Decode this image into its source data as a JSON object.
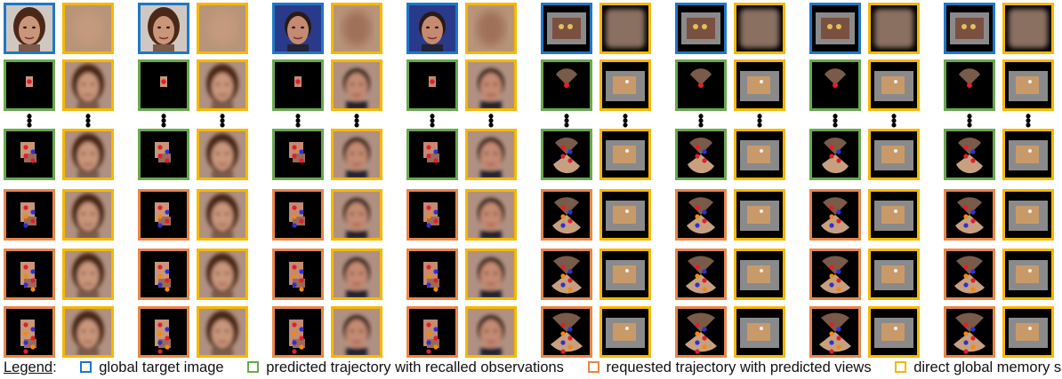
{
  "colors": {
    "global_target": "#1f77c8",
    "recalled": "#6aa84f",
    "predicted_views": "#e8874a",
    "memory_sampling": "#f5b800",
    "face_light": "#c9967a",
    "face_dark": "#7a4a3a",
    "floor": "#c89a6a",
    "room_gray": "#8a8a8a",
    "traj_red": "#e0202a",
    "traj_blue": "#3030d0",
    "traj_orange": "#f08a10"
  },
  "ellipsis": "⋮",
  "legend": {
    "title": "Legend",
    "colon": ":",
    "items": [
      {
        "key": "global_target",
        "label": "global target image"
      },
      {
        "key": "recalled",
        "label": "predicted trajectory with recalled observations"
      },
      {
        "key": "predicted_views",
        "label": "requested trajectory with predicted views"
      },
      {
        "key": "memory_sampling",
        "label": "direct global memory sampling"
      }
    ]
  },
  "grid": {
    "row_types": [
      "global_target",
      "recalled",
      "ellipsis",
      "recalled",
      "predicted_views",
      "predicted_views",
      "predicted_views"
    ],
    "columns": [
      {
        "subject": "face-woman"
      },
      {
        "subject": "face-woman"
      },
      {
        "subject": "face-man"
      },
      {
        "subject": "face-man"
      },
      {
        "subject": "room"
      },
      {
        "subject": "room"
      },
      {
        "subject": "room"
      },
      {
        "subject": "room"
      }
    ]
  }
}
